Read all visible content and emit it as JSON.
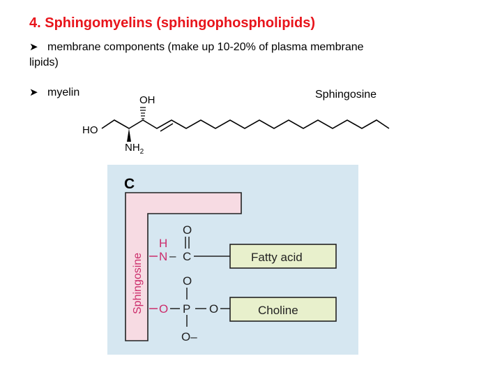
{
  "title": "4. Sphingomyelins (sphingophospholipids)",
  "bullets": [
    {
      "line1": "membrane components (make up 10-20% of plasma membrane",
      "line2": "lipids)"
    },
    {
      "line1": "myelin"
    }
  ],
  "bullet_icon": "arrow-bullet-icon",
  "sphingosine_caption": "Sphingosine",
  "molecule": {
    "oh_top": "OH",
    "ho_left": "HO",
    "nh2": "NH",
    "nh2_sub": "2"
  },
  "diagram": {
    "panel_letter": "C",
    "backbone_label": "Sphingosine",
    "amide": {
      "h": "H",
      "n": "N",
      "dash": "–",
      "c": "C",
      "o": "O",
      "double": "="
    },
    "phosphate": {
      "o_left": "O",
      "p": "P",
      "o_right": "O",
      "o_top": "O",
      "o_bottom": "O–"
    },
    "fatty_acid": "Fatty acid",
    "choline": "Choline",
    "colors": {
      "panel_bg": "#d6e7f1",
      "backbone_fill": "#f7dbe3",
      "backbone_text": "#cc2d6b",
      "box_fill": "#e8f0cc",
      "title_red": "#e8141b"
    }
  }
}
